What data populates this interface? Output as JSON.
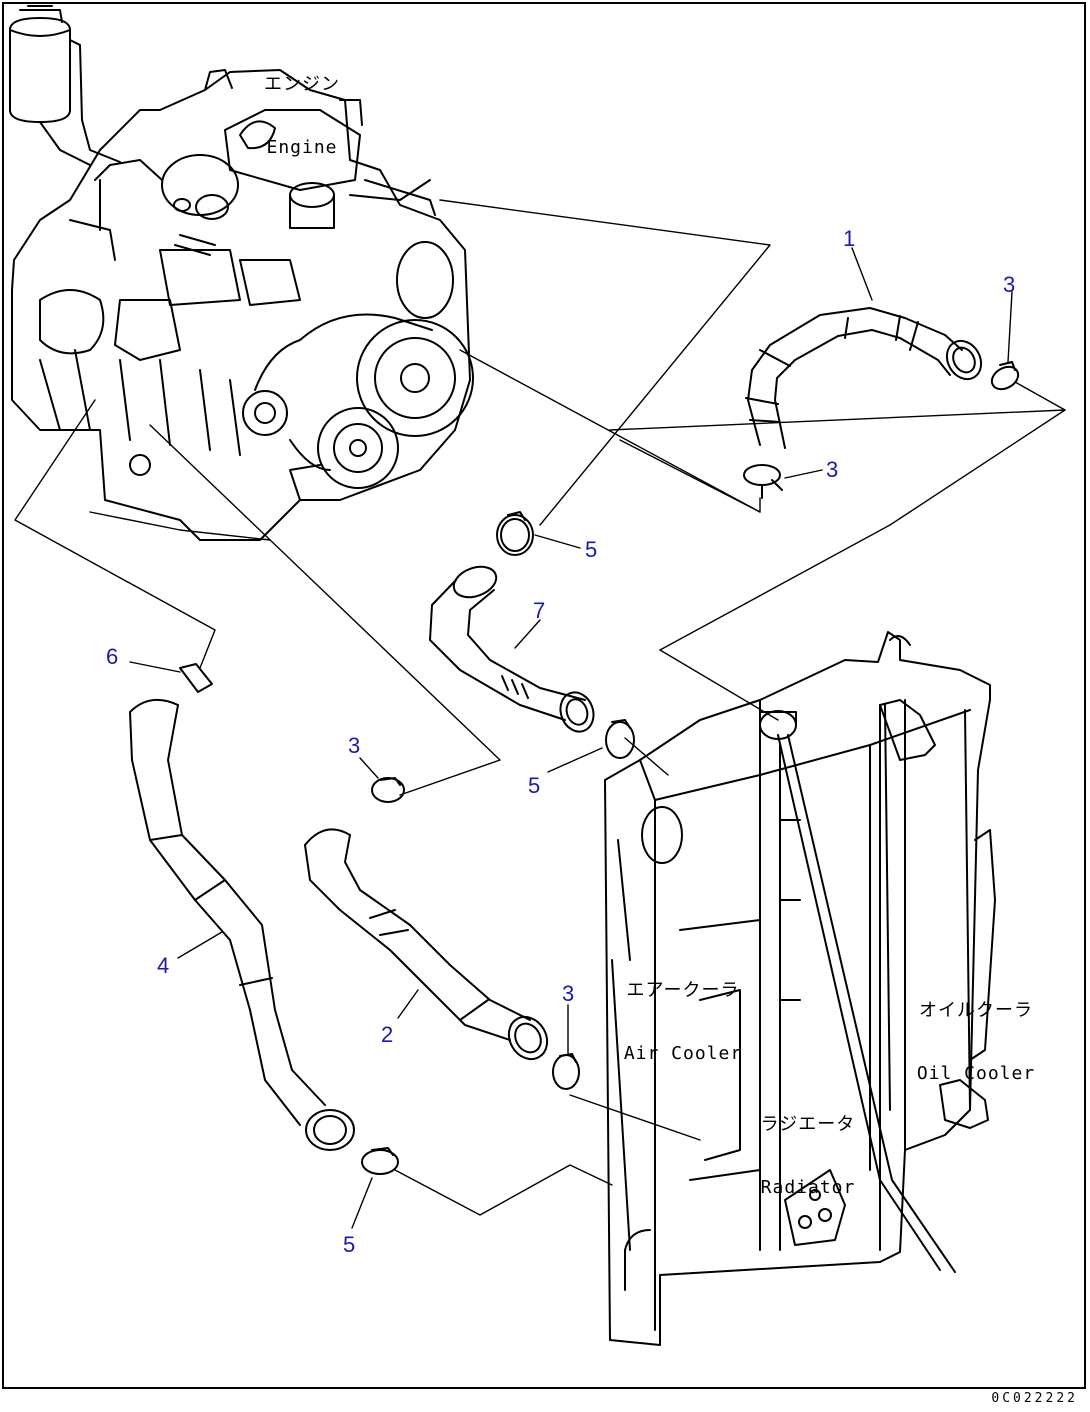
{
  "labels": {
    "engine": {
      "jp": "エンジン",
      "en": "Engine"
    },
    "air_cooler": {
      "jp": "エアークーラ",
      "en": "Air Cooler"
    },
    "oil_cooler": {
      "jp": "オイルクーラ",
      "en": "Oil Cooler"
    },
    "radiator": {
      "jp": "ラジエータ",
      "en": "Radiator"
    }
  },
  "callouts": {
    "c1": "1",
    "c2": "2",
    "c3a": "3",
    "c3b": "3",
    "c3c": "3",
    "c3d": "3",
    "c4": "4",
    "c5a": "5",
    "c5b": "5",
    "c5c": "5",
    "c6": "6",
    "c7": "7"
  },
  "drawing_id": "0C022222",
  "colors": {
    "callout": "#1a1aa8",
    "line": "#000000",
    "background": "#ffffff"
  }
}
